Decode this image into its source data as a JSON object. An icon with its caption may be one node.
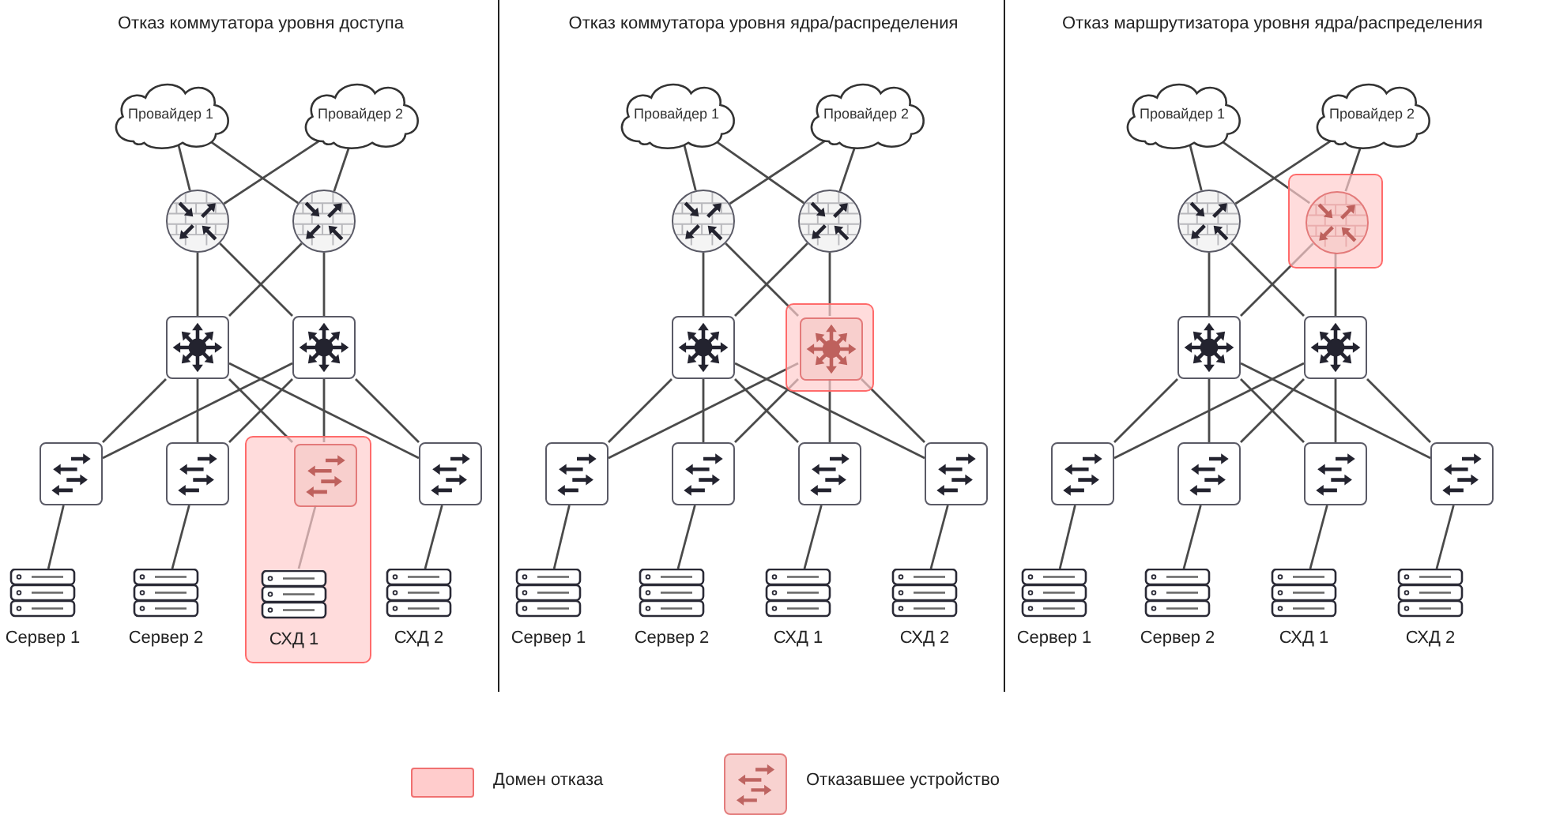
{
  "diagram": {
    "nodes": [
      {
        "text": [
          "Провайдер 1"
        ]
      },
      {
        "text": [
          "Провайдер 2"
        ]
      },
      {
        "text": [],
        "shape": "circle"
      },
      {
        "text": [],
        "shape": "circle"
      },
      {
        "text": [],
        "shape": "box"
      },
      {
        "text": [],
        "shape": "box"
      },
      {
        "text": [],
        "shape": "box"
      },
      {
        "text": [],
        "shape": "box"
      },
      {
        "text": [],
        "shape": "box"
      },
      {
        "text": [],
        "shape": "box",
        "in": 8
      },
      {
        "text": [],
        "shape": "box"
      },
      {
        "text": [
          "Сервер 1"
        ]
      },
      {
        "text": [
          "Сервер 2"
        ]
      },
      {
        "text": [
          "СХД 1"
        ],
        "in": 8
      },
      {
        "text": [
          "СХД 2"
        ]
      },
      {
        "text": [
          "Провайдер 1"
        ]
      },
      {
        "text": [
          "Провайдер 2"
        ]
      },
      {
        "text": [],
        "shape": "circle"
      },
      {
        "text": [],
        "shape": "circle"
      },
      {
        "text": [],
        "shape": "box"
      },
      {
        "text": [],
        "shape": "box"
      },
      {
        "text": [],
        "shape": "box",
        "in": 20
      },
      {
        "text": [],
        "shape": "box"
      },
      {
        "text": [],
        "shape": "box"
      },
      {
        "text": [],
        "shape": "box"
      },
      {
        "text": [],
        "shape": "box"
      },
      {
        "text": [
          "Сервер 1"
        ]
      },
      {
        "text": [
          "Сервер 2"
        ]
      },
      {
        "text": [
          "СХД 1"
        ]
      },
      {
        "text": [
          "СХД 2"
        ]
      },
      {
        "text": [
          "Провайдер 1"
        ]
      },
      {
        "text": [
          "Провайдер 2"
        ]
      },
      {
        "text": [],
        "shape": "circle"
      },
      {
        "text": [],
        "shape": "box"
      },
      {
        "text": [],
        "shape": "circle",
        "in": 33
      },
      {
        "text": [],
        "shape": "box"
      },
      {
        "text": [],
        "shape": "box"
      },
      {
        "text": [],
        "shape": "box"
      },
      {
        "text": [],
        "shape": "box"
      },
      {
        "text": [],
        "shape": "box"
      },
      {
        "text": [],
        "shape": "box"
      },
      {
        "text": [
          "Сервер 1"
        ]
      },
      {
        "text": [
          "Сервер 2"
        ]
      },
      {
        "text": [
          "СХД 1"
        ]
      },
      {
        "text": [
          "СХД 2"
        ]
      }
    ],
    "edges": [
      {
        "from": 0,
        "to": 2,
        "arrow": "none"
      },
      {
        "from": 0,
        "to": 3,
        "arrow": "none"
      },
      {
        "from": 1,
        "to": 2,
        "arrow": "none"
      },
      {
        "from": 1,
        "to": 3,
        "arrow": "none"
      },
      {
        "from": 2,
        "to": 4,
        "arrow": "none"
      },
      {
        "from": 2,
        "to": 5,
        "arrow": "none"
      },
      {
        "from": 3,
        "to": 4,
        "arrow": "none"
      },
      {
        "from": 3,
        "to": 5,
        "arrow": "none"
      },
      {
        "from": 4,
        "to": 6,
        "arrow": "none"
      },
      {
        "from": 4,
        "to": 7,
        "arrow": "none"
      },
      {
        "from": 4,
        "to": 9,
        "arrow": "none"
      },
      {
        "from": 4,
        "to": 10,
        "arrow": "none"
      },
      {
        "from": 5,
        "to": 6,
        "arrow": "none"
      },
      {
        "from": 5,
        "to": 7,
        "arrow": "none"
      },
      {
        "from": 5,
        "to": 9,
        "arrow": "none"
      },
      {
        "from": 5,
        "to": 10,
        "arrow": "none"
      },
      {
        "from": 6,
        "to": 11,
        "arrow": "none"
      },
      {
        "from": 7,
        "to": 12,
        "arrow": "none"
      },
      {
        "from": 9,
        "to": 13,
        "arrow": "none"
      },
      {
        "from": 10,
        "to": 14,
        "arrow": "none"
      },
      {
        "from": 15,
        "to": 17,
        "arrow": "none"
      },
      {
        "from": 15,
        "to": 18,
        "arrow": "none"
      },
      {
        "from": 16,
        "to": 17,
        "arrow": "none"
      },
      {
        "from": 16,
        "to": 18,
        "arrow": "none"
      },
      {
        "from": 17,
        "to": 19,
        "arrow": "none"
      },
      {
        "from": 17,
        "to": 21,
        "arrow": "none"
      },
      {
        "from": 18,
        "to": 19,
        "arrow": "none"
      },
      {
        "from": 18,
        "to": 21,
        "arrow": "none"
      },
      {
        "from": 19,
        "to": 22,
        "arrow": "none"
      },
      {
        "from": 19,
        "to": 23,
        "arrow": "none"
      },
      {
        "from": 19,
        "to": 24,
        "arrow": "none"
      },
      {
        "from": 19,
        "to": 25,
        "arrow": "none"
      },
      {
        "from": 21,
        "to": 22,
        "arrow": "none"
      },
      {
        "from": 21,
        "to": 23,
        "arrow": "none"
      },
      {
        "from": 21,
        "to": 24,
        "arrow": "none"
      },
      {
        "from": 21,
        "to": 25,
        "arrow": "none"
      },
      {
        "from": 22,
        "to": 26,
        "arrow": "none"
      },
      {
        "from": 23,
        "to": 27,
        "arrow": "none"
      },
      {
        "from": 24,
        "to": 28,
        "arrow": "none"
      },
      {
        "from": 25,
        "to": 29,
        "arrow": "none"
      },
      {
        "from": 30,
        "to": 32,
        "arrow": "none"
      },
      {
        "from": 30,
        "to": 34,
        "arrow": "none"
      },
      {
        "from": 31,
        "to": 32,
        "arrow": "none"
      },
      {
        "from": 31,
        "to": 34,
        "arrow": "none"
      },
      {
        "from": 32,
        "to": 35,
        "arrow": "none"
      },
      {
        "from": 32,
        "to": 36,
        "arrow": "none"
      },
      {
        "from": 34,
        "to": 35,
        "arrow": "none"
      },
      {
        "from": 34,
        "to": 36,
        "arrow": "none"
      },
      {
        "from": 35,
        "to": 37,
        "arrow": "none"
      },
      {
        "from": 35,
        "to": 38,
        "arrow": "none"
      },
      {
        "from": 35,
        "to": 39,
        "arrow": "none"
      },
      {
        "from": 35,
        "to": 40,
        "arrow": "none"
      },
      {
        "from": 36,
        "to": 37,
        "arrow": "none"
      },
      {
        "from": 36,
        "to": 38,
        "arrow": "none"
      },
      {
        "from": 36,
        "to": 39,
        "arrow": "none"
      },
      {
        "from": 36,
        "to": 40,
        "arrow": "none"
      },
      {
        "from": 37,
        "to": 41,
        "arrow": "none"
      },
      {
        "from": 38,
        "to": 42,
        "arrow": "none"
      },
      {
        "from": 39,
        "to": 43,
        "arrow": "none"
      },
      {
        "from": 40,
        "to": 44,
        "arrow": "none"
      }
    ],
    "labels": [
      "Отказ коммутатора уровня доступа",
      "Отказ коммутатора уровня ядра/распределения",
      "Отказ маршрутизатора уровня ядра/распределения"
    ],
    "legend": [
      {
        "text": "Домен отказа",
        "color": "#ffcccc"
      },
      {
        "text": "Отказавшее устройство"
      }
    ]
  }
}
